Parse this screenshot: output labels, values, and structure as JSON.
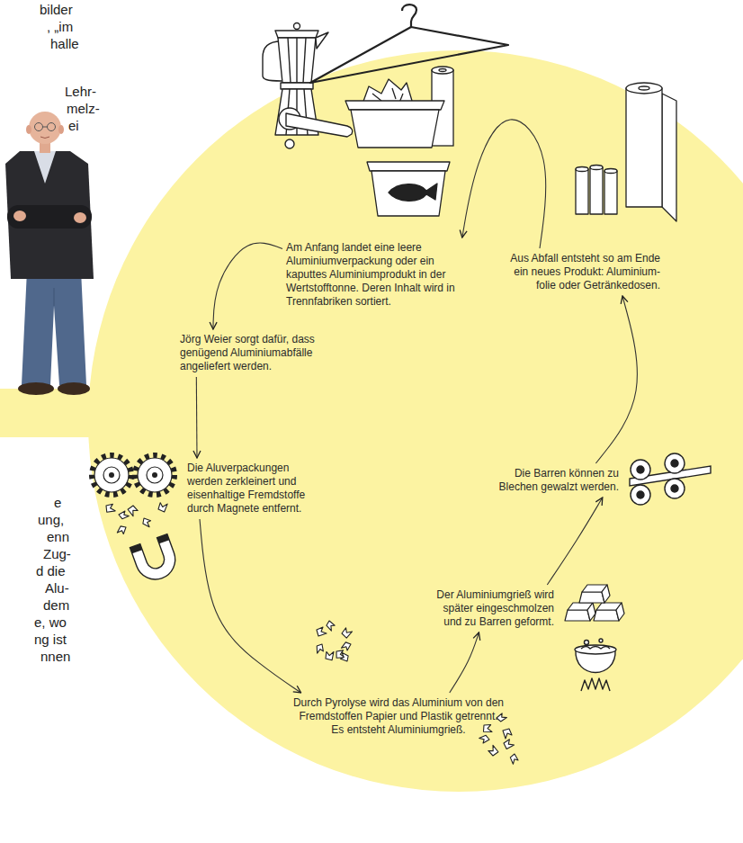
{
  "diagram": {
    "nodes": [
      {
        "text": [
          "Am Anfang landet eine leere Aluminiumverpackung oder ein kaputtes Aluminiumprodukt in der Wertstofftonne. Deren Inhalt wird in Trennfabriken sortiert."
        ]
      },
      {
        "text": [
          "Jörg Weier sorgt dafür, dass genügend Aluminiumabfälle angeliefert werden."
        ]
      },
      {
        "text": [
          "Die Aluverpackungen werden zerkleinert und eisenhaltige Fremdstoffe durch Magnete entfernt."
        ]
      },
      {
        "text": [
          "Durch Pyrolyse wird das Aluminium von den Fremdstoffen Papier und Plastik getrennt.",
          "Es entsteht Aluminiumgrieß."
        ]
      },
      {
        "text": [
          "Der Aluminiumgrieß wird später eingeschmolzen und zu Barren geformt."
        ]
      },
      {
        "text": [
          "Die Barren können zu Blechen gewalzt werden."
        ]
      },
      {
        "text": [
          "Aus Abfall entsteht so am Ende ein neues Produkt: Aluminium- folie oder Getränkedosen."
        ]
      }
    ],
    "edges": [
      {
        "from": 0,
        "to": 1,
        "arrow": "to"
      },
      {
        "from": 1,
        "to": 2,
        "arrow": "to"
      },
      {
        "from": 2,
        "to": 3,
        "arrow": "to"
      },
      {
        "from": 3,
        "to": 4,
        "arrow": "to"
      },
      {
        "from": 4,
        "to": 5,
        "arrow": "to"
      },
      {
        "from": 5,
        "to": 6,
        "arrow": "to"
      },
      {
        "from": 6,
        "to": 0,
        "arrow": "to"
      }
    ],
    "labels": [
      "bilder",
      ", „im",
      "halle",
      "Lehr-",
      "melz-",
      "ei",
      "e",
      "ung,",
      "enn",
      "Zug-",
      "d die",
      "Alu-",
      "dem",
      "e, wo",
      "ng ist",
      "nnen"
    ]
  }
}
